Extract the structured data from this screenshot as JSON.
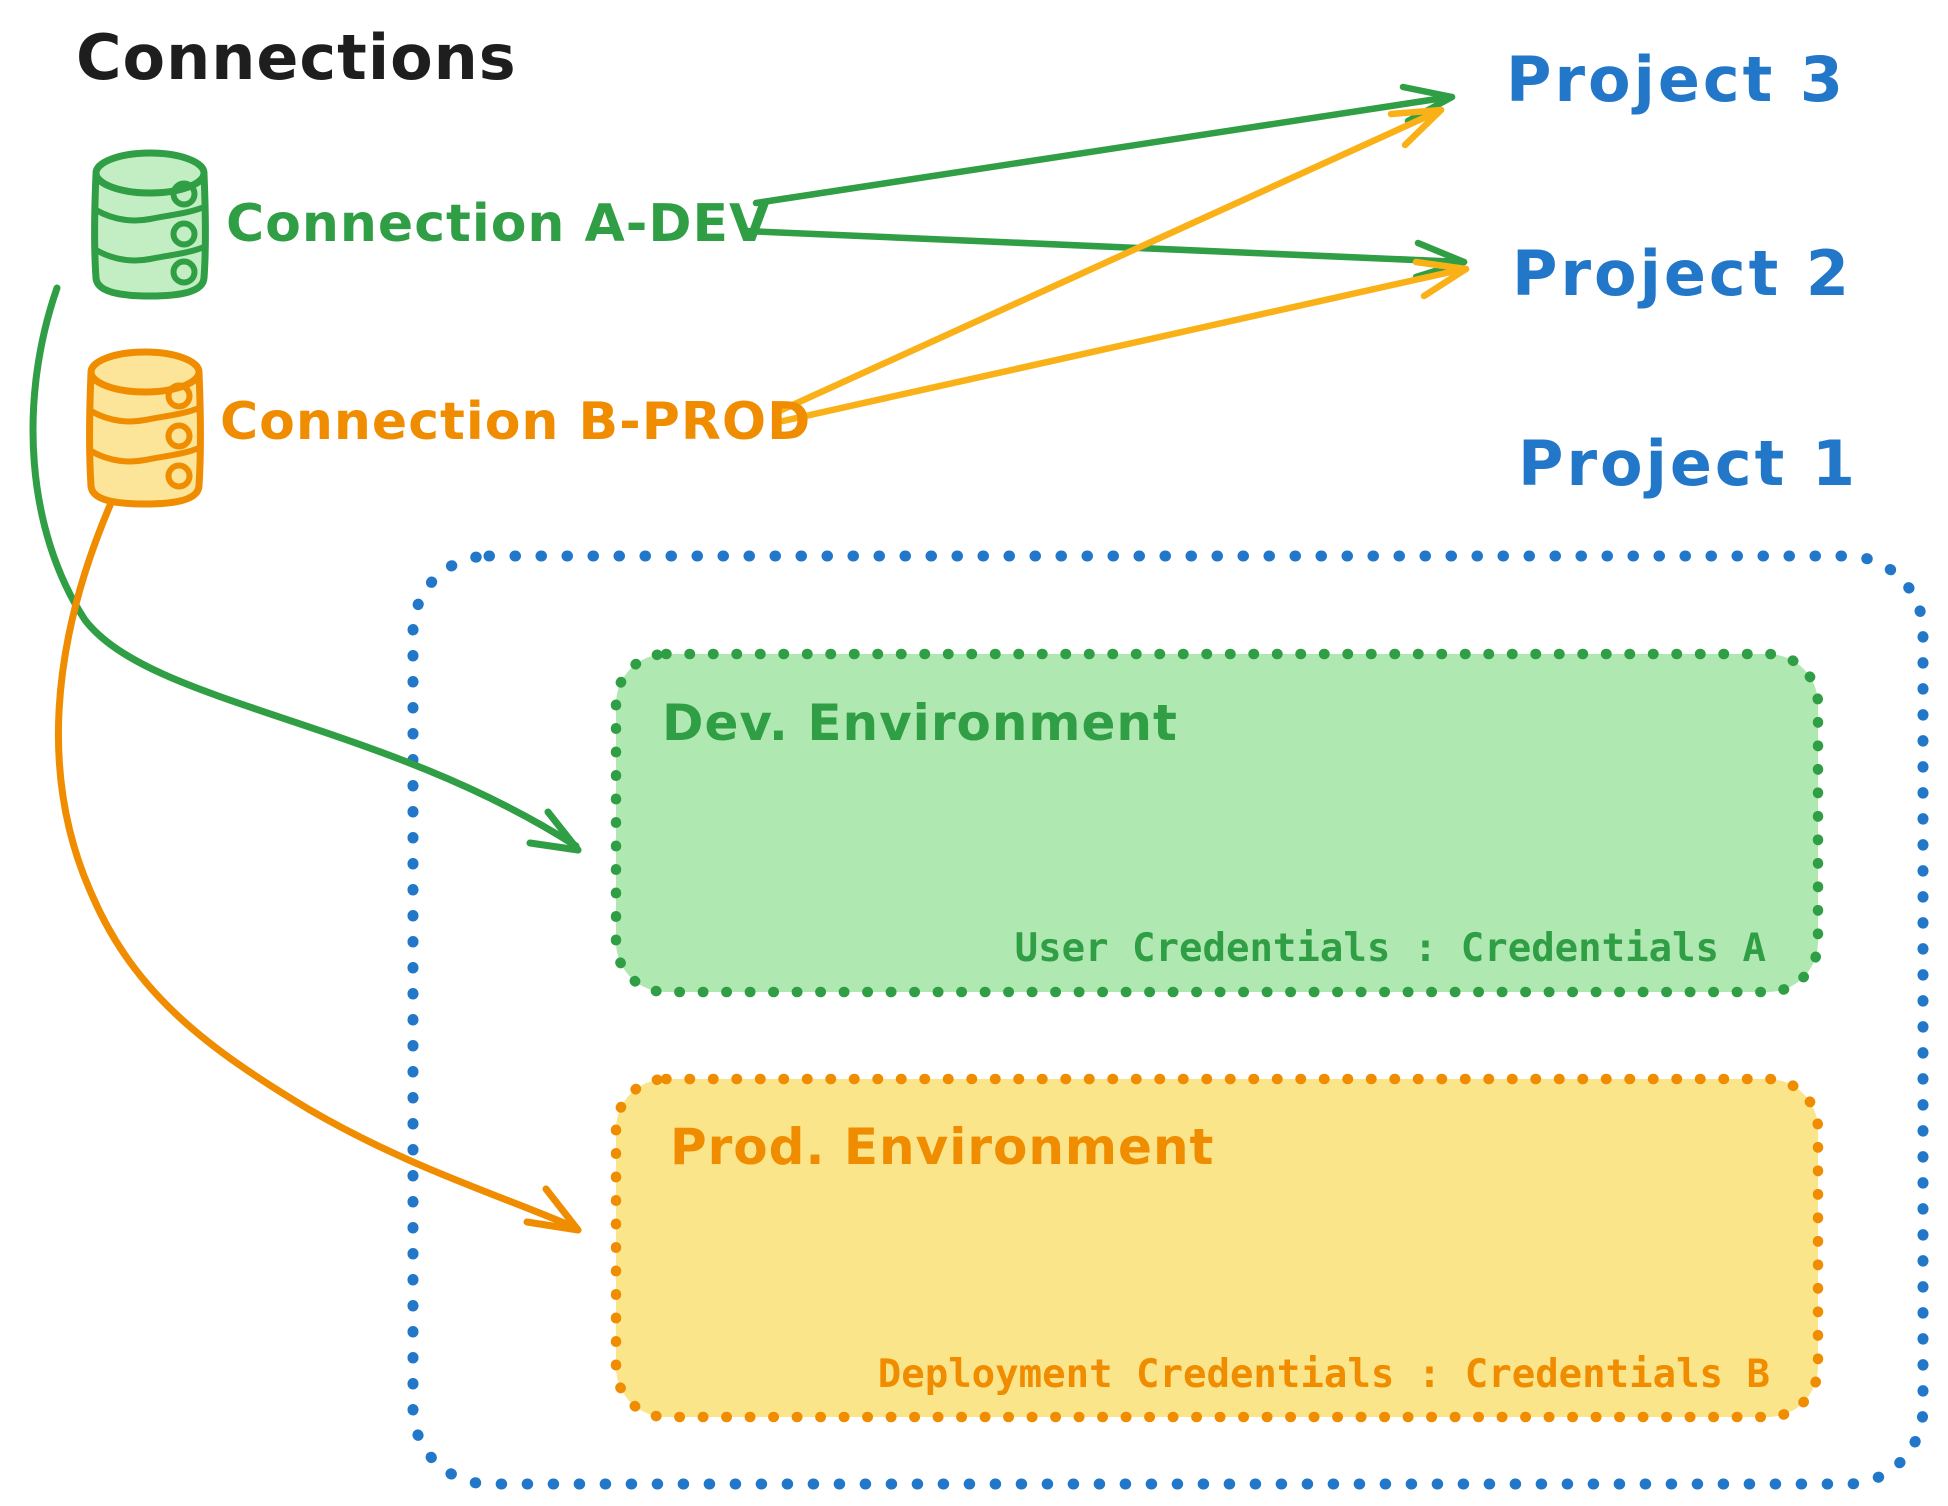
{
  "title": "Connections",
  "colors": {
    "blue": "#2277c8",
    "green": "#2f9e44",
    "orange": "#f08c00",
    "green_box_fill": "#b0e8b2",
    "yellow_box_fill": "#fae58a",
    "green_db_fill": "#c3eec3",
    "yellow_db_fill": "#fce598",
    "title_text": "#1e1e1e"
  },
  "connections": [
    {
      "label": "Connection A-DEV",
      "icon": "database-icon",
      "color": "#2f9e44"
    },
    {
      "label": "Connection B-PROD",
      "icon": "database-icon",
      "color": "#f08c00"
    }
  ],
  "projects": [
    {
      "label": "Project 3"
    },
    {
      "label": "Project 2"
    },
    {
      "label": "Project 1"
    }
  ],
  "project1": {
    "environments": [
      {
        "name": "Dev. Environment",
        "credentials": "User Credentials : Credentials A",
        "color": "#2f9e44"
      },
      {
        "name": "Prod. Environment",
        "credentials": "Deployment Credentials : Credentials B",
        "color": "#f08c00"
      }
    ]
  },
  "edges": [
    {
      "from": "Connection A-DEV",
      "to": "Project 3",
      "color": "#2f9e44"
    },
    {
      "from": "Connection A-DEV",
      "to": "Project 2",
      "color": "#2f9e44"
    },
    {
      "from": "Connection B-PROD",
      "to": "Project 3",
      "color": "#f08c00"
    },
    {
      "from": "Connection B-PROD",
      "to": "Project 2",
      "color": "#f08c00"
    },
    {
      "from": "Connection A-DEV",
      "to": "Dev. Environment",
      "color": "#2f9e44"
    },
    {
      "from": "Connection B-PROD",
      "to": "Prod. Environment",
      "color": "#f08c00"
    }
  ]
}
